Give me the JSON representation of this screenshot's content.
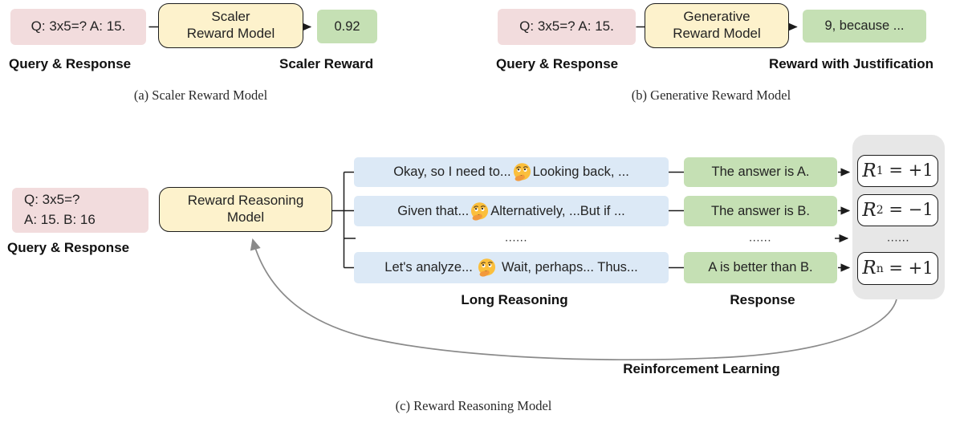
{
  "colors": {
    "pink": "#f2dcdd",
    "yellow": "#fdf2cc",
    "green": "#c5e0b4",
    "blue": "#dce9f6",
    "gray": "#e7e7e7",
    "line": "#1c1c1c",
    "rl_arrow": "#8a8a8a"
  },
  "panel_a": {
    "caption": "(a) Scaler Reward Model",
    "query_box": "Q: 3x5=? A: 15.",
    "model_line1": "Scaler",
    "model_line2": "Reward Model",
    "output_box": "0.92",
    "query_label": "Query & Response",
    "output_label": "Scaler Reward"
  },
  "panel_b": {
    "caption": "(b) Generative Reward Model",
    "query_box": "Q: 3x5=? A: 15.",
    "model_line1": "Generative",
    "model_line2": "Reward Model",
    "output_box": "9, because ...",
    "query_label": "Query & Response",
    "output_label": "Reward with Justification"
  },
  "panel_c": {
    "caption": "(c) Reward Reasoning Model",
    "query_line1": "Q: 3x5=?",
    "query_line2": "A: 15. B: 16",
    "query_label": "Query & Response",
    "model_line1": "Reward Reasoning",
    "model_line2": "Model",
    "reasoning_label": "Long Reasoning",
    "response_label": "Response",
    "rl_label": "Reinforcement Learning",
    "reward_var": "R",
    "icons": {
      "thinking": "thinking-face-emoji"
    },
    "rows": [
      {
        "reasoning_pre": "Okay, so I need to...",
        "reasoning_post": "Looking back, ...",
        "response": "The answer is A.",
        "reward_sub": "1",
        "reward_rest": " = +1"
      },
      {
        "reasoning_pre": "Given that...",
        "reasoning_post": "Alternatively, ...But if ...",
        "response": "The answer is B.",
        "reward_sub": "2",
        "reward_rest": " = −1"
      },
      {
        "reasoning_dots": "......",
        "response_dots": "......",
        "reward_dots": "......"
      },
      {
        "reasoning_pre": "Let's analyze... ",
        "reasoning_post": " Wait, perhaps... Thus...",
        "response": "A is better than B.",
        "reward_sub": "n",
        "reward_rest": " = +1"
      }
    ]
  }
}
